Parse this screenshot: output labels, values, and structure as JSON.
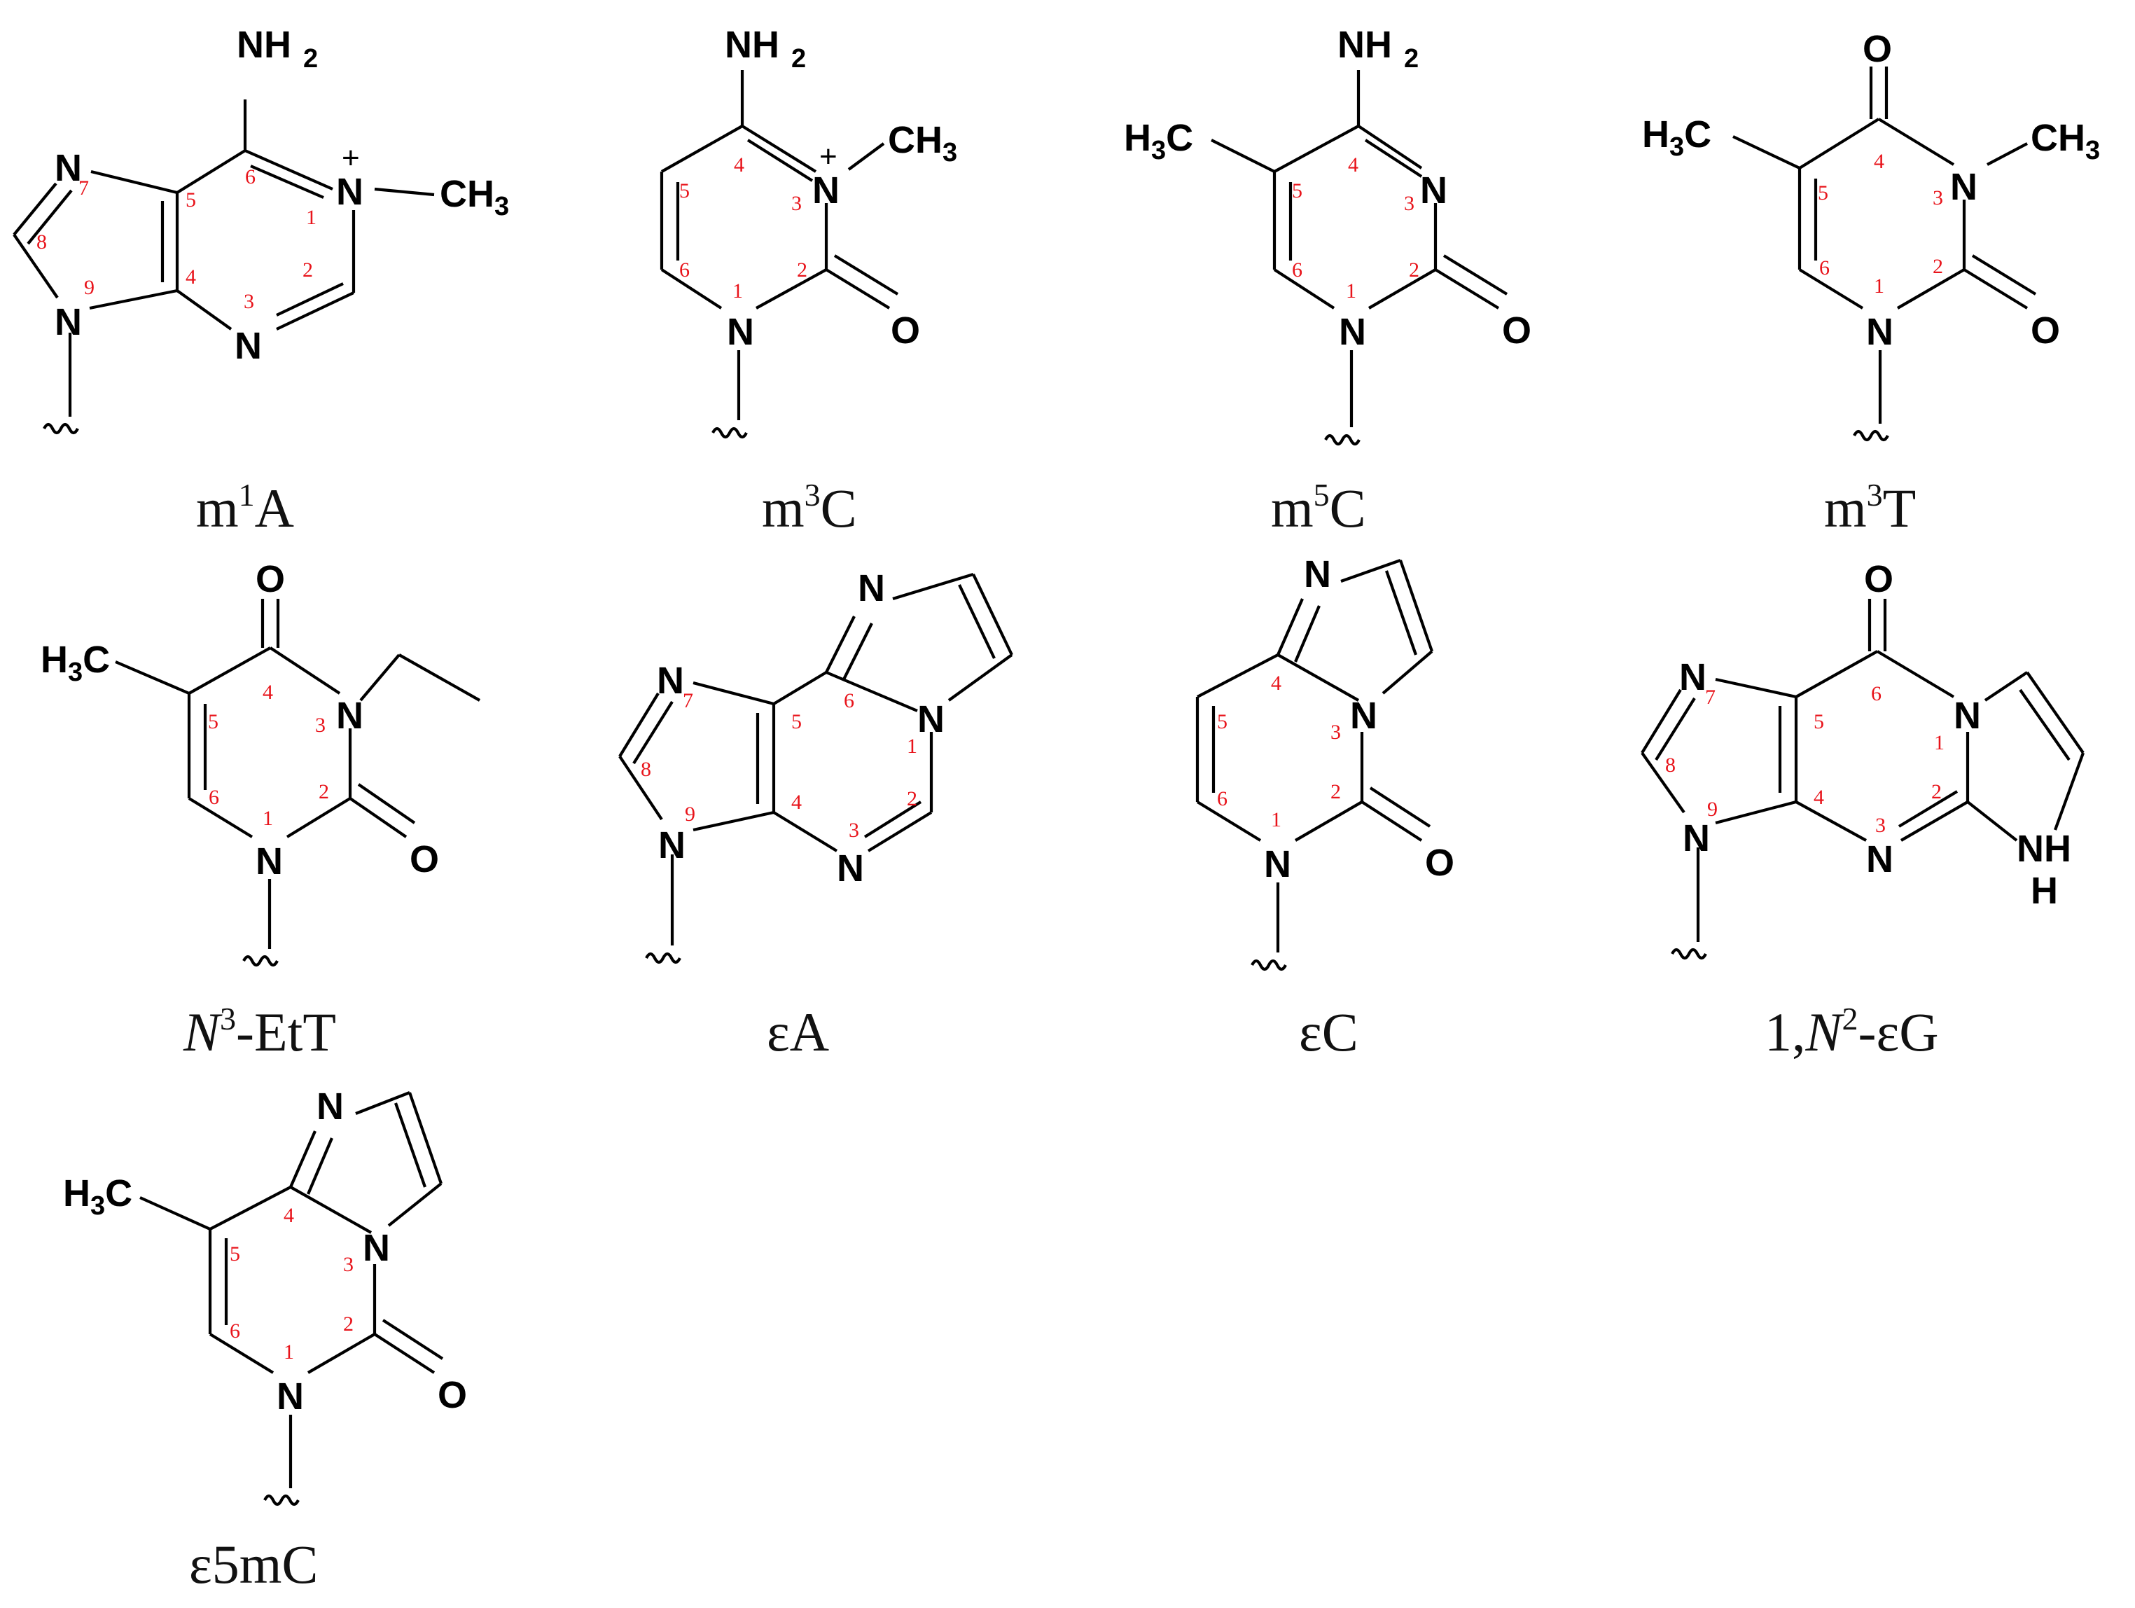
{
  "atoms": {
    "n": "N",
    "n_plus": "N",
    "nh": "NH",
    "h": "H",
    "o": "O",
    "nh2": "NH",
    "nh2_sub": "2",
    "ch3": "CH",
    "ch3_sub": "3",
    "h3c_h": "H",
    "h3c_sub": "3",
    "h3c_c": "C",
    "plus": "+"
  },
  "ring_numbers": [
    "1",
    "2",
    "3",
    "4",
    "5",
    "6",
    "7",
    "8",
    "9"
  ],
  "captions": {
    "m1A": {
      "base": "m",
      "sup": "1",
      "tail": "A"
    },
    "m3C": {
      "base": "m",
      "sup": "3",
      "tail": "C"
    },
    "m5C": {
      "base": "m",
      "sup": "5",
      "tail": "C"
    },
    "m3T": {
      "base": "m",
      "sup": "3",
      "tail": "T"
    },
    "N3EtT": {
      "italic": "N",
      "sup": "3",
      "tail": "-EtT"
    },
    "epsA": {
      "text": "εA"
    },
    "epsC": {
      "text": "εC"
    },
    "epsG": {
      "pre": "1,",
      "italic": "N",
      "sup": "2",
      "tail": "-εG"
    },
    "eps5mC": {
      "text": "ε5mC"
    }
  },
  "colors": {
    "numbering": "#e8141b",
    "structure": "#000000"
  }
}
